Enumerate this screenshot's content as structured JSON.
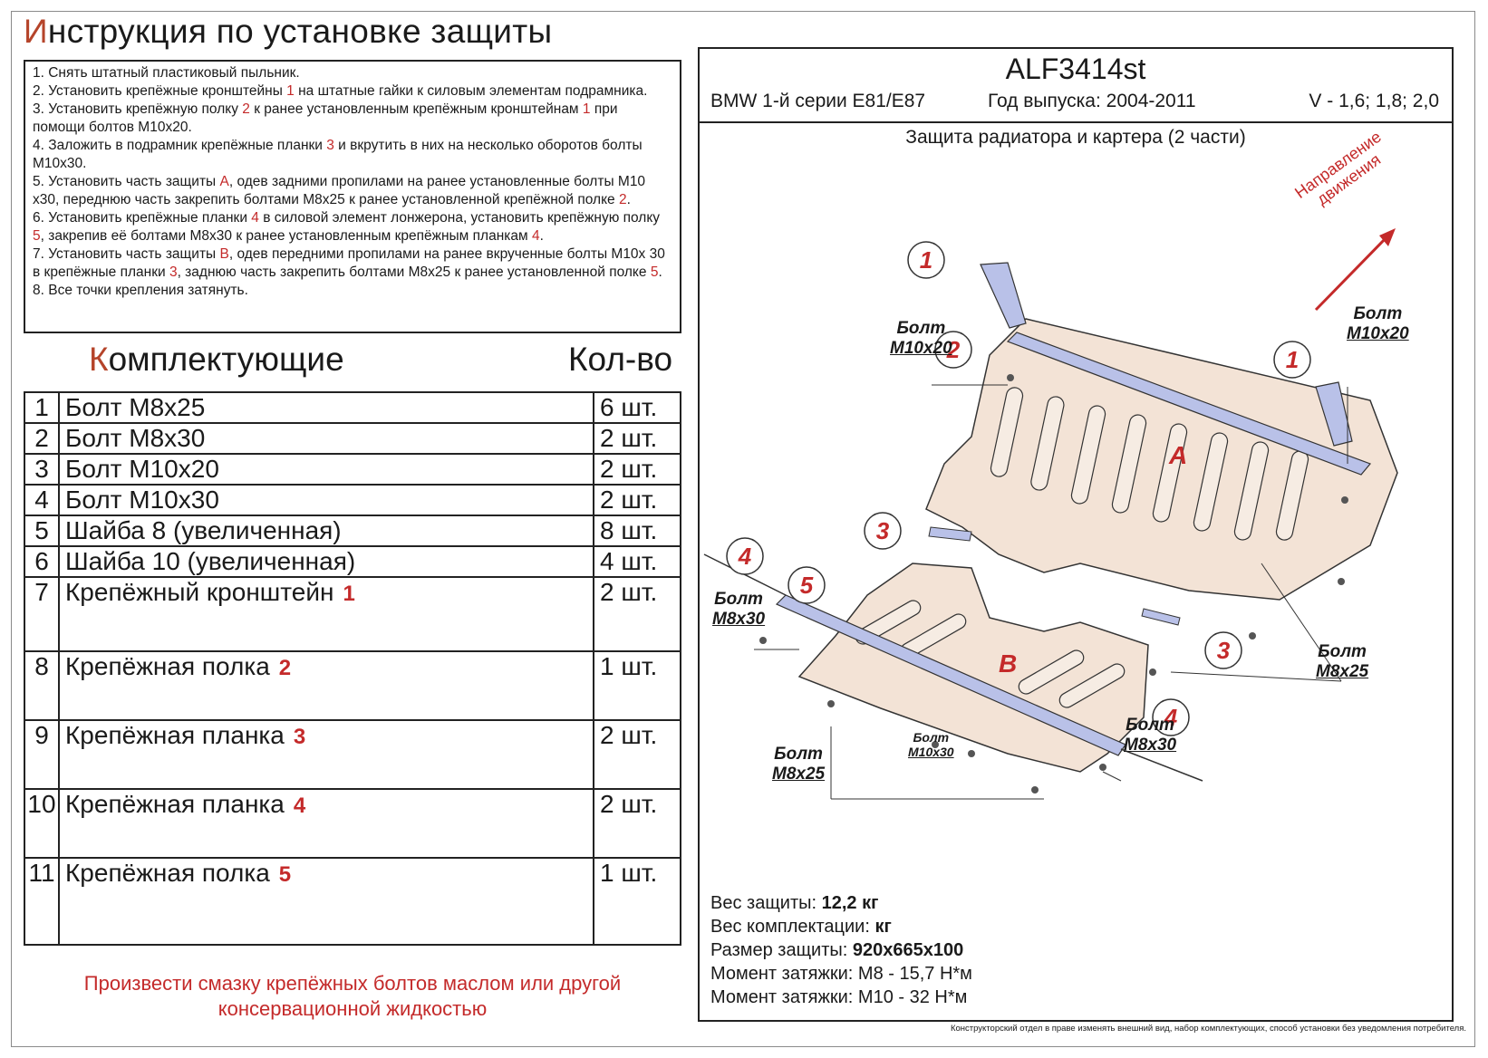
{
  "title": {
    "first": "И",
    "rest": "нструкция по установке защиты"
  },
  "instructions": [
    {
      "parts": [
        "1. Снять штатный пластиковый пыльник."
      ]
    },
    {
      "parts": [
        "2. Установить крепёжные кронштейны ",
        "1",
        " на штатные гайки к силовым элементам подрамника."
      ]
    },
    {
      "parts": [
        "3. Установить крепёжную полку ",
        "2",
        " к ранее установленным крепёжным кронштейнам ",
        "1",
        " при помощи болтов М10х20."
      ]
    },
    {
      "parts": [
        "4. Заложить в подрамник крепёжные планки ",
        "3",
        " и вкрутить в них на несколько оборотов болты М10х30."
      ]
    },
    {
      "parts": [
        "5. Установить часть защиты ",
        "А",
        ", одев задними пропилами на ранее установленные болты М10 х30, переднюю часть закрепить болтами М8х25 к ранее установленной крепёжной полке ",
        "2",
        "."
      ]
    },
    {
      "parts": [
        "6. Установить крепёжные планки ",
        "4",
        " в силовой элемент лонжерона, установить крепёжную полку ",
        "5",
        ", закрепив её болтами М8х30 к ранее установленным крепёжным планкам ",
        "4",
        "."
      ]
    },
    {
      "parts": [
        "7. Установить часть защиты ",
        "В",
        ", одев передними пропилами на ранее вкрученные болты М10х 30 в крепёжные планки ",
        "3",
        ", заднюю часть закрепить болтами М8х25 к ранее установленной полке ",
        "5",
        "."
      ]
    },
    {
      "parts": [
        "8. Все точки крепления затянуть."
      ]
    }
  ],
  "kit": {
    "heading_first": "К",
    "heading_rest": "омплектующие",
    "qty_heading": "Кол-во",
    "rows": [
      {
        "num": "1",
        "name": "Болт М8х25",
        "ref": "",
        "qty": "6 шт."
      },
      {
        "num": "2",
        "name": "Болт М8х30",
        "ref": "",
        "qty": "2 шт."
      },
      {
        "num": "3",
        "name": "Болт М10х20",
        "ref": "",
        "qty": "2 шт."
      },
      {
        "num": "4",
        "name": "Болт М10х30",
        "ref": "",
        "qty": "2 шт."
      },
      {
        "num": "5",
        "name": "Шайба 8 (увеличенная)",
        "ref": "",
        "qty": "8 шт."
      },
      {
        "num": "6",
        "name": "Шайба 10 (увеличенная)",
        "ref": "",
        "qty": "4 шт."
      },
      {
        "num": "7",
        "name": "Крепёжный кронштейн",
        "ref": "1",
        "qty": "2 шт."
      },
      {
        "num": "8",
        "name": "Крепёжная полка",
        "ref": "2",
        "qty": "1 шт."
      },
      {
        "num": "9",
        "name": "Крепёжная планка",
        "ref": "3",
        "qty": "2 шт."
      },
      {
        "num": "10",
        "name": "Крепёжная планка",
        "ref": "4",
        "qty": "2 шт."
      },
      {
        "num": "11",
        "name": "Крепёжная полка",
        "ref": "5",
        "qty": "1 шт."
      }
    ]
  },
  "lube_note": "Произвести смазку крепёжных болтов маслом или другой консервационной жидкостью",
  "product": {
    "code": "ALF3414st",
    "model": "BMW 1-й серии E81/E87",
    "year": "Год выпуска: 2004-2011",
    "engine": "V - 1,6; 1,8; 2,0",
    "subtitle": "Защита радиатора и картера (2 части)",
    "direction_label": "Направление движения"
  },
  "diagram_labels": {
    "part_a": "A",
    "part_b": "B",
    "bolt": "Болт",
    "m10x20": "М10х20",
    "m8x30": "М8х30",
    "m8x25": "М8х25",
    "m10x30": "М10х30",
    "callouts": [
      "1",
      "1",
      "2",
      "3",
      "3",
      "4",
      "4",
      "5"
    ]
  },
  "specs": [
    {
      "label": "Вес защиты: ",
      "value": "12,2 кг"
    },
    {
      "label": "Вес комплектации: ",
      "value": "кг"
    },
    {
      "label": "Размер защиты: ",
      "value": "920х665х100"
    },
    {
      "label": "Момент затяжки: ",
      "value": "М8 - 15,7 Н*м"
    },
    {
      "label": "Момент затяжки: ",
      "value": "М10 - 32 Н*м"
    }
  ],
  "disclaimer": "Конструкторский отдел в праве изменять внешний вид, набор комплектующих, способ установки без уведомления потребителя.",
  "colors": {
    "accent_red": "#c42a2a",
    "skin_plate": "#f3e3d6",
    "bracket_blue": "#b9c1e8"
  }
}
